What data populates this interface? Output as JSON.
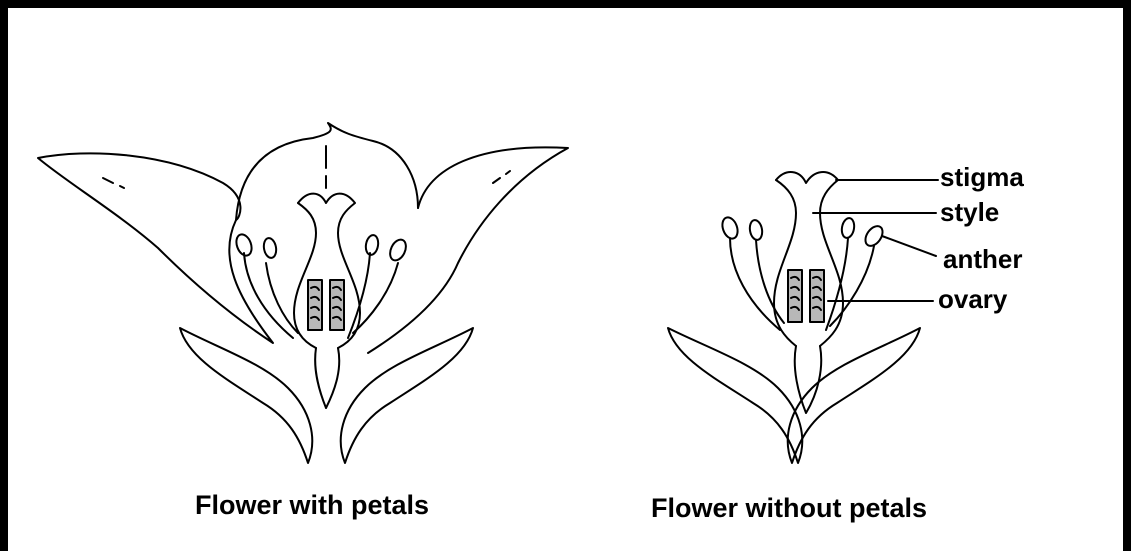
{
  "figure": {
    "left_flower": {
      "caption": "Flower with petals"
    },
    "right_flower": {
      "caption": "Flower without petals",
      "labels": {
        "stigma": "stigma",
        "style": "style",
        "anther": "anther",
        "ovary": "ovary"
      }
    }
  },
  "colors": {
    "ink": "#000000",
    "ovule_fill": "#b8b8b8",
    "background": "#ffffff"
  }
}
